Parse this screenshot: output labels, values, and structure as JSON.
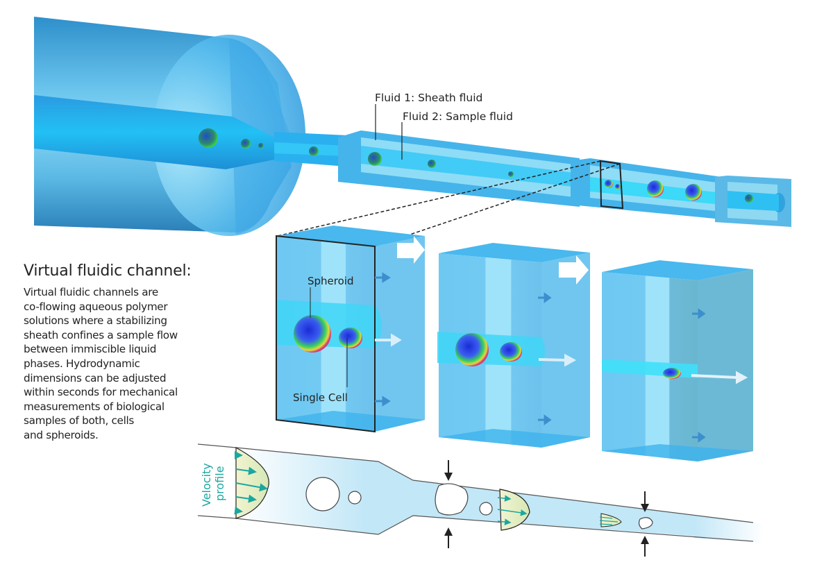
{
  "labels": {
    "fluid1": "Fluid 1: Sheath fluid",
    "fluid2": "Fluid 2: Sample fluid",
    "spheroid": "Spheroid",
    "single_cell": "Single Cell",
    "velocity_line1": "Velocity",
    "velocity_line2": "profile"
  },
  "description": {
    "title": "Virtual fluidic channel:",
    "lines": [
      "Virtual fluidic channels are",
      "co-flowing aqueous polymer",
      "solutions where a stabilizing",
      "sheath confines a sample flow",
      "between immiscible liquid",
      "phases. Hydrodynamic",
      "dimensions can be adjusted",
      "within seconds for mechanical",
      "measurements of biological",
      "samples of both, cells",
      "and spheroids."
    ]
  },
  "colors": {
    "channel_blue": "#2fa8e6",
    "light_blue": "#8fdcf7",
    "sample_cyan": "#2ed0f5",
    "schematic_fill": "#c2e7f7",
    "velocity_fill": "#dfeab8",
    "velocity_arrow": "#1aa7a0",
    "outline": "#222222"
  }
}
